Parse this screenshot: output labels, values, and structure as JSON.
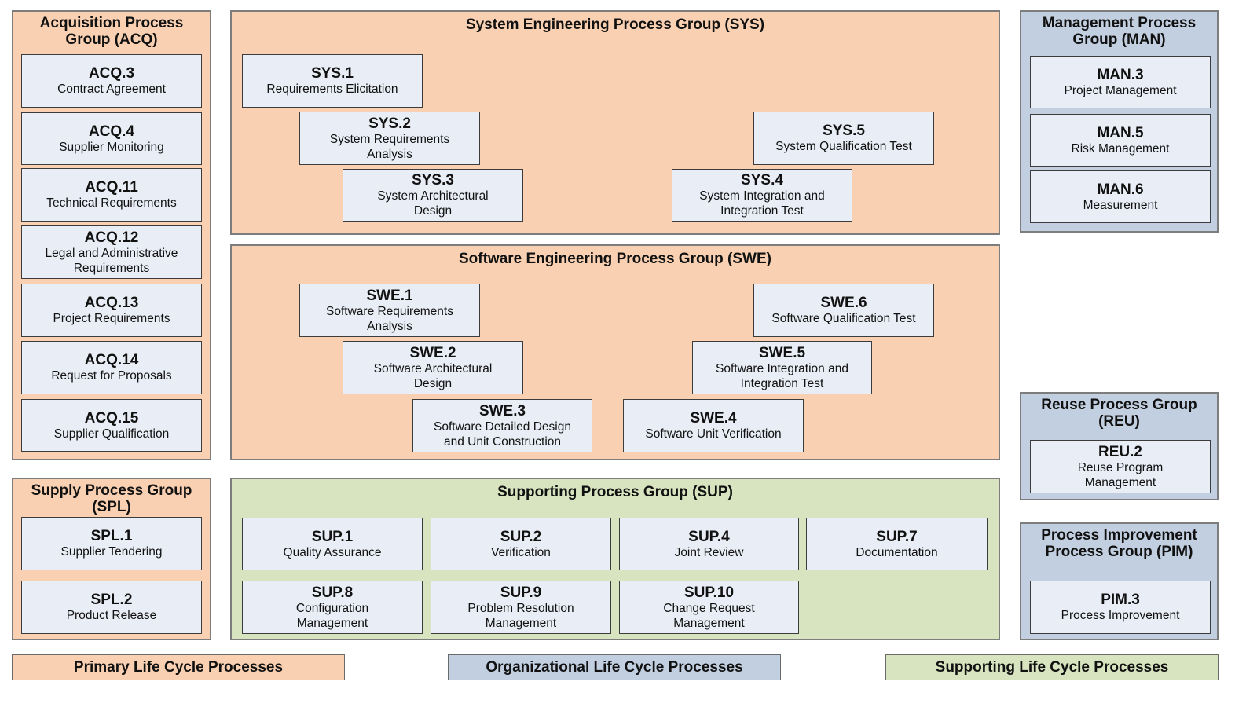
{
  "groups": {
    "acq": {
      "title": "Acquisition Process\nGroup (ACQ)",
      "procs": [
        {
          "id": "ACQ.3",
          "name": "Contract Agreement"
        },
        {
          "id": "ACQ.4",
          "name": "Supplier Monitoring"
        },
        {
          "id": "ACQ.11",
          "name": "Technical Requirements"
        },
        {
          "id": "ACQ.12",
          "name": "Legal and Administrative\nRequirements"
        },
        {
          "id": "ACQ.13",
          "name": "Project Requirements"
        },
        {
          "id": "ACQ.14",
          "name": "Request for Proposals"
        },
        {
          "id": "ACQ.15",
          "name": "Supplier Qualification"
        }
      ]
    },
    "sys": {
      "title": "System Engineering Process Group (SYS)",
      "procs": [
        {
          "id": "SYS.1",
          "name": "Requirements Elicitation"
        },
        {
          "id": "SYS.2",
          "name": "System Requirements\nAnalysis"
        },
        {
          "id": "SYS.3",
          "name": "System Architectural\nDesign"
        },
        {
          "id": "SYS.4",
          "name": "System Integration and\nIntegration Test"
        },
        {
          "id": "SYS.5",
          "name": "System Qualification Test"
        }
      ]
    },
    "man": {
      "title": "Management Process\nGroup (MAN)",
      "procs": [
        {
          "id": "MAN.3",
          "name": "Project Management"
        },
        {
          "id": "MAN.5",
          "name": "Risk Management"
        },
        {
          "id": "MAN.6",
          "name": "Measurement"
        }
      ]
    },
    "swe": {
      "title": "Software Engineering Process Group (SWE)",
      "procs": [
        {
          "id": "SWE.1",
          "name": "Software Requirements\nAnalysis"
        },
        {
          "id": "SWE.2",
          "name": "Software Architectural\nDesign"
        },
        {
          "id": "SWE.3",
          "name": "Software Detailed Design\nand Unit Construction"
        },
        {
          "id": "SWE.4",
          "name": "Software Unit Verification"
        },
        {
          "id": "SWE.5",
          "name": "Software Integration and\nIntegration Test"
        },
        {
          "id": "SWE.6",
          "name": "Software Qualification Test"
        }
      ]
    },
    "reu": {
      "title": "Reuse Process Group\n(REU)",
      "procs": [
        {
          "id": "REU.2",
          "name": "Reuse Program\nManagement"
        }
      ]
    },
    "spl": {
      "title": "Supply Process Group\n(SPL)",
      "procs": [
        {
          "id": "SPL.1",
          "name": "Supplier Tendering"
        },
        {
          "id": "SPL.2",
          "name": "Product Release"
        }
      ]
    },
    "sup": {
      "title": "Supporting Process Group (SUP)",
      "procs": [
        {
          "id": "SUP.1",
          "name": "Quality Assurance"
        },
        {
          "id": "SUP.2",
          "name": "Verification"
        },
        {
          "id": "SUP.4",
          "name": "Joint Review"
        },
        {
          "id": "SUP.7",
          "name": "Documentation"
        },
        {
          "id": "SUP.8",
          "name": "Configuration\nManagement"
        },
        {
          "id": "SUP.9",
          "name": "Problem Resolution\nManagement"
        },
        {
          "id": "SUP.10",
          "name": "Change Request\nManagement"
        }
      ]
    },
    "pim": {
      "title": "Process Improvement\nProcess Group (PIM)",
      "procs": [
        {
          "id": "PIM.3",
          "name": "Process Improvement"
        }
      ]
    }
  },
  "legend": {
    "primary": "Primary Life Cycle Processes",
    "organizational": "Organizational Life Cycle Processes",
    "supporting": "Supporting Life Cycle Processes"
  },
  "colors": {
    "primary_fill": "#f9d1b2",
    "organizational_fill": "#c2cfe0",
    "supporting_fill": "#d8e4bf",
    "process_box_fill": "#e9eef6"
  }
}
